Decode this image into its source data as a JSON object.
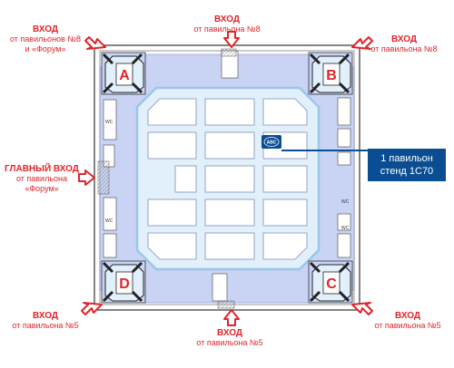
{
  "entrances": {
    "top_left": {
      "title": "ВХОД",
      "line1": "от павильонов №8",
      "line2": "и «Форум»"
    },
    "top_center": {
      "title": "ВХОД",
      "line1": "от павильона №8"
    },
    "top_right": {
      "title": "ВХОД",
      "line1": "от павильона №8"
    },
    "main_left": {
      "title": "ГЛАВНЫЙ ВХОД",
      "line1": "от павильона",
      "line2": "«Форум»"
    },
    "bottom_left": {
      "title": "ВХОД",
      "line1": "от павильона №5"
    },
    "bottom_center": {
      "title": "ВХОД",
      "line1": "от павильона №5"
    },
    "bottom_right": {
      "title": "ВХОД",
      "line1": "от павильона №5"
    }
  },
  "corner_letters": {
    "top_left": "A",
    "top_right": "B",
    "bottom_left": "D",
    "bottom_right": "C"
  },
  "stand": {
    "line1": "1 павильон",
    "line2": "стенд 1С70",
    "logo": "АВС"
  },
  "room_labels": {
    "wc": "WC"
  },
  "colors": {
    "hall_fill": "#c9d3f3",
    "inner_fill": "#e2f0fb",
    "booth_fill": "#ffffff",
    "accent_red": "#e0252b",
    "callout_blue": "#0b4d93",
    "outline": "#333333"
  }
}
